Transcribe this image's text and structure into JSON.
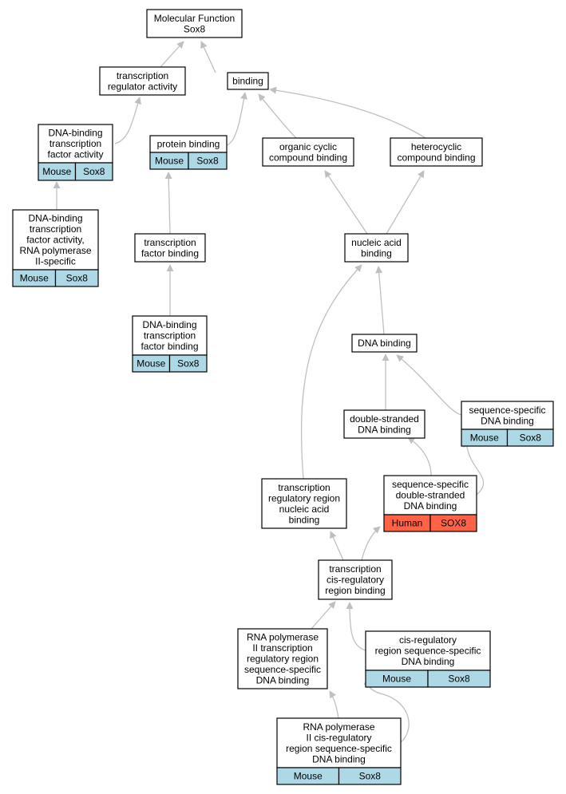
{
  "graph": {
    "colors": {
      "node_border": "#000000",
      "node_fill": "#ffffff",
      "edge": "#bfbfbf",
      "mouse_badge": "#add8e6",
      "human_badge": "#ff6347"
    },
    "nodes": [
      {
        "id": "root",
        "lines": [
          "Molecular Function",
          "Sox8"
        ]
      },
      {
        "id": "tra",
        "lines": [
          "transcription",
          "regulator activity"
        ]
      },
      {
        "id": "binding",
        "lines": [
          "binding"
        ]
      },
      {
        "id": "dbtfa",
        "lines": [
          "DNA-binding",
          "transcription",
          "factor activity"
        ],
        "badges": [
          "Mouse",
          "Sox8"
        ]
      },
      {
        "id": "protbind",
        "lines": [
          "protein binding"
        ],
        "badges": [
          "Mouse",
          "Sox8"
        ]
      },
      {
        "id": "organic",
        "lines": [
          "organic cyclic",
          "compound binding"
        ]
      },
      {
        "id": "hetero",
        "lines": [
          "heterocyclic",
          "compound binding"
        ]
      },
      {
        "id": "dbtfa2",
        "lines": [
          "DNA-binding",
          "transcription",
          "factor activity,",
          "RNA polymerase",
          "II-specific"
        ],
        "badges": [
          "Mouse",
          "Sox8"
        ]
      },
      {
        "id": "tfbind",
        "lines": [
          "transcription",
          "factor binding"
        ]
      },
      {
        "id": "nucleic",
        "lines": [
          "nucleic acid",
          "binding"
        ]
      },
      {
        "id": "dbtfbind",
        "lines": [
          "DNA-binding",
          "transcription",
          "factor binding"
        ],
        "badges": [
          "Mouse",
          "Sox8"
        ]
      },
      {
        "id": "dna",
        "lines": [
          "DNA binding"
        ]
      },
      {
        "id": "dsdna",
        "lines": [
          "double-stranded",
          "DNA binding"
        ]
      },
      {
        "id": "ssdna",
        "lines": [
          "sequence-specific",
          "DNA binding"
        ],
        "badges": [
          "Mouse",
          "Sox8"
        ]
      },
      {
        "id": "trrnab",
        "lines": [
          "transcription",
          "regulatory region",
          "nucleic acid",
          "binding"
        ]
      },
      {
        "id": "ssdsdna",
        "lines": [
          "sequence-specific",
          "double-stranded",
          "DNA binding"
        ],
        "badges": [
          "Human",
          "SOX8"
        ],
        "species": "human"
      },
      {
        "id": "tcrb",
        "lines": [
          "transcription",
          "cis-regulatory",
          "region binding"
        ]
      },
      {
        "id": "rnap",
        "lines": [
          "RNA polymerase",
          "II transcription",
          "regulatory region",
          "sequence-specific",
          "DNA binding"
        ]
      },
      {
        "id": "cisreg",
        "lines": [
          "cis-regulatory",
          "region sequence-specific",
          "DNA binding"
        ],
        "badges": [
          "Mouse",
          "Sox8"
        ]
      },
      {
        "id": "rnapcis",
        "lines": [
          "RNA polymerase",
          "II cis-regulatory",
          "region sequence-specific",
          "DNA binding"
        ],
        "badges": [
          "Mouse",
          "Sox8"
        ]
      }
    ]
  }
}
